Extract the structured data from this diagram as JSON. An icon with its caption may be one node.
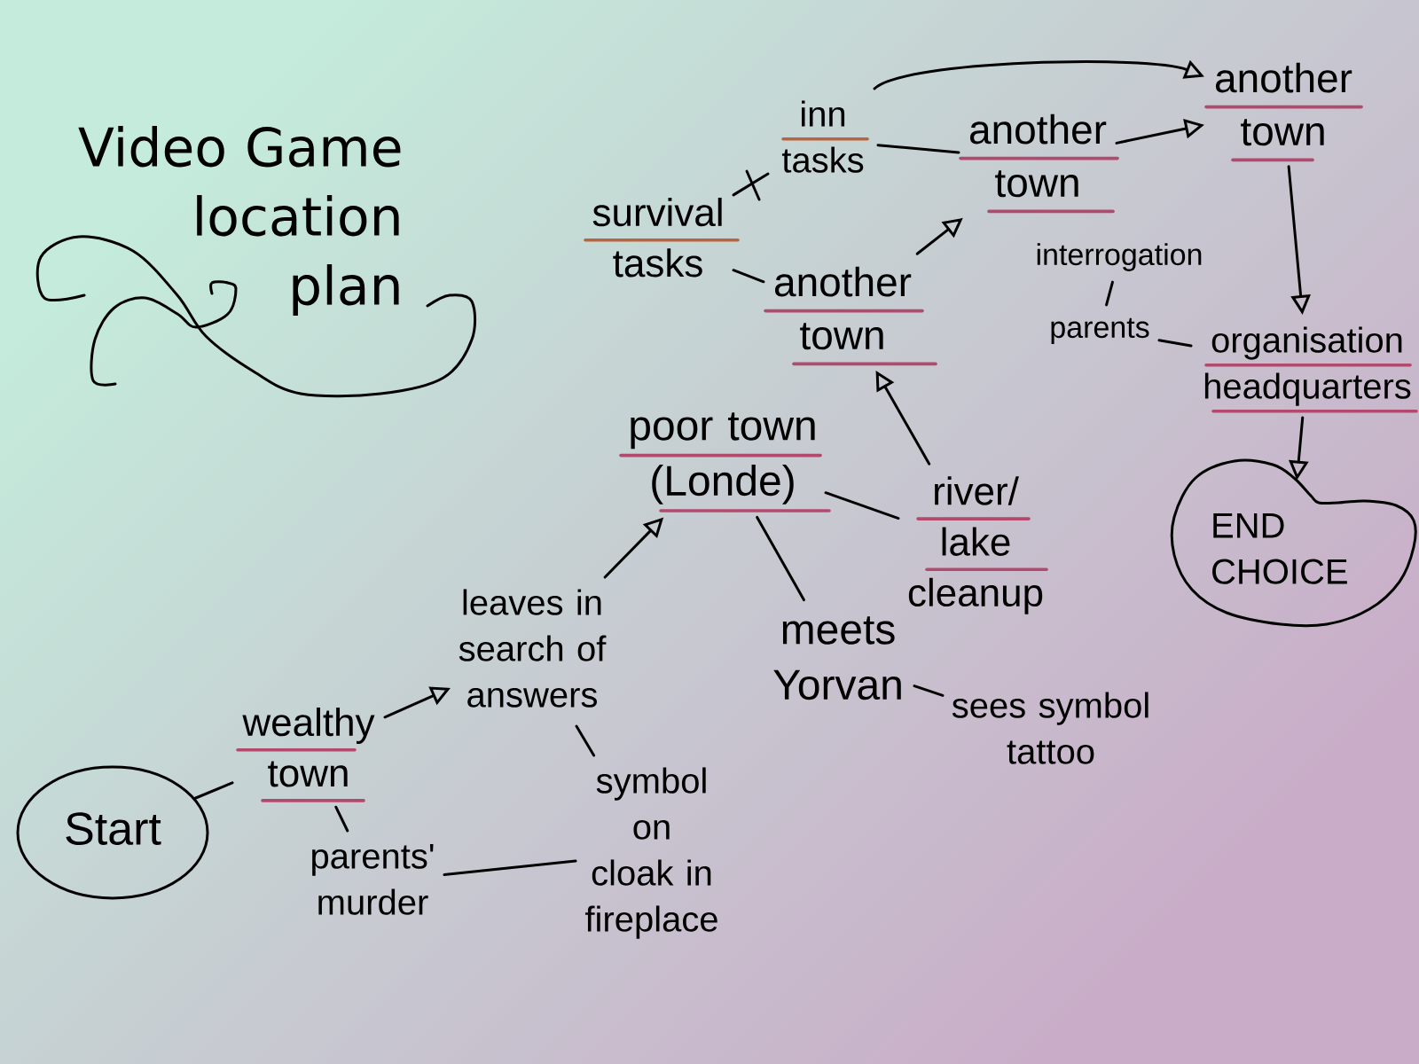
{
  "diagram": {
    "title": "Video Game location plan",
    "nodes": [
      {
        "text": [
          "Start"
        ]
      },
      {
        "text": [
          "wealthy town"
        ]
      },
      {
        "text": [
          "parents' murder"
        ]
      },
      {
        "text": [
          "leaves in search of answers"
        ]
      },
      {
        "text": [
          "symbol on cloak in fireplace"
        ]
      },
      {
        "text": [
          "poor town (Londe)"
        ]
      },
      {
        "text": [
          "meets Yorvan"
        ]
      },
      {
        "text": [
          "sees symbol tattoo"
        ]
      },
      {
        "text": [
          "river/ lake cleanup"
        ]
      },
      {
        "text": [
          "another town"
        ]
      },
      {
        "text": [
          "survival tasks"
        ]
      },
      {
        "text": [
          "inn tasks"
        ]
      },
      {
        "text": [
          "another town"
        ]
      },
      {
        "text": [
          "another town"
        ]
      },
      {
        "text": [
          "interrogation"
        ]
      },
      {
        "text": [
          "parents"
        ]
      },
      {
        "text": [
          "organisation headquarters"
        ]
      },
      {
        "text": [
          "END CHOICE"
        ]
      }
    ],
    "edges": [
      {
        "from": 0,
        "to": 1,
        "arrow": "none"
      },
      {
        "from": 1,
        "to": 2,
        "arrow": "none"
      },
      {
        "from": 1,
        "to": 3,
        "arrow": "to"
      },
      {
        "from": 2,
        "to": 4,
        "arrow": "none"
      },
      {
        "from": 3,
        "to": 4,
        "arrow": "none"
      },
      {
        "from": 3,
        "to": 5,
        "arrow": "to"
      },
      {
        "from": 5,
        "to": 6,
        "arrow": "none"
      },
      {
        "from": 6,
        "to": 7,
        "arrow": "none"
      },
      {
        "from": 5,
        "to": 8,
        "arrow": "none"
      },
      {
        "from": 8,
        "to": 9,
        "arrow": "to"
      },
      {
        "from": 10,
        "to": 9,
        "arrow": "none"
      },
      {
        "from": 10,
        "to": 11,
        "arrow": "none"
      },
      {
        "from": 11,
        "to": 12,
        "arrow": "none"
      },
      {
        "from": 9,
        "to": 12,
        "arrow": "to"
      },
      {
        "from": 12,
        "to": 13,
        "arrow": "to"
      },
      {
        "from": 11,
        "to": 13,
        "arrow": "to"
      },
      {
        "from": 13,
        "to": 16,
        "arrow": "to"
      },
      {
        "from": 14,
        "to": 15,
        "arrow": "none"
      },
      {
        "from": 15,
        "to": 16,
        "arrow": "none"
      },
      {
        "from": 16,
        "to": 17,
        "arrow": "to"
      }
    ]
  }
}
